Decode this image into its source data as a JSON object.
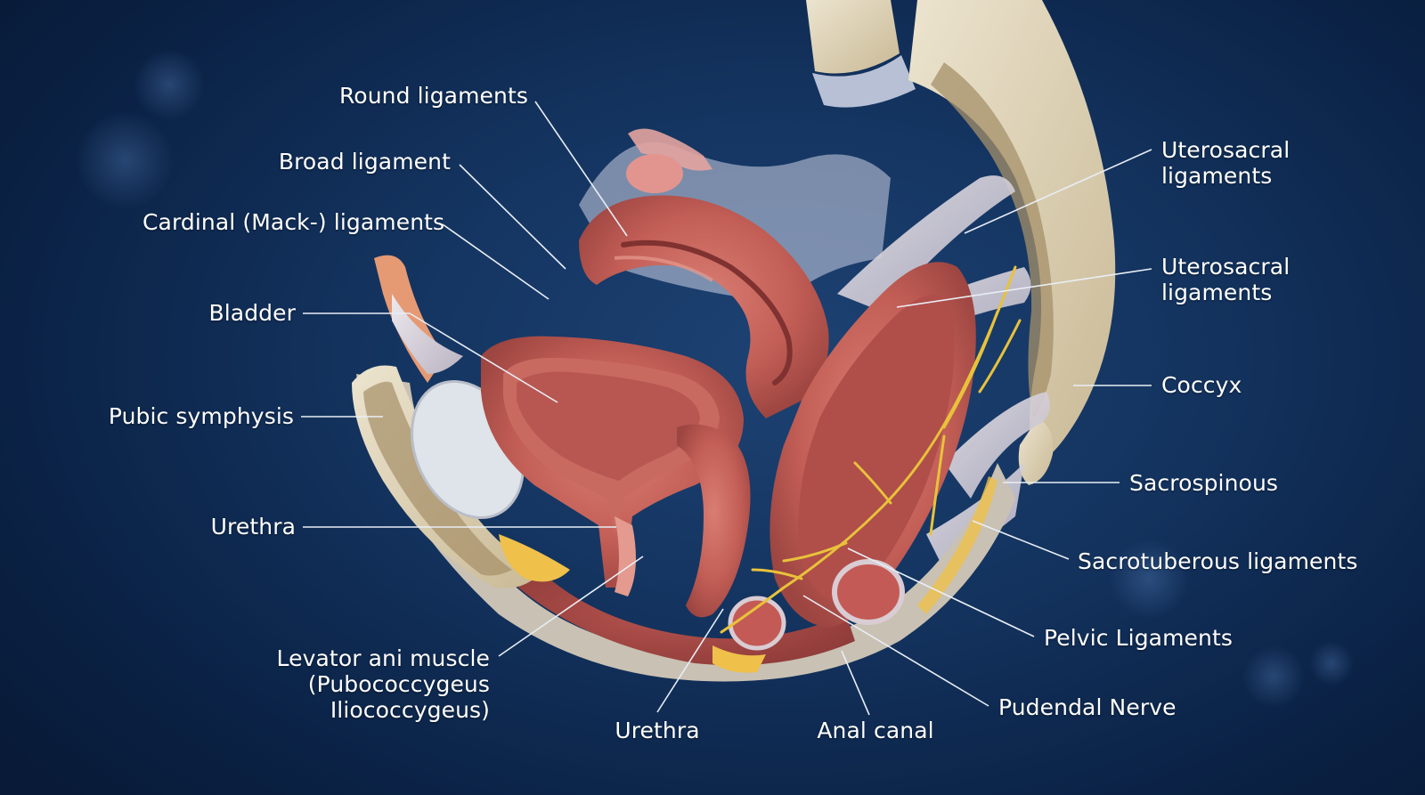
{
  "labels": {
    "round_ligaments": "Round ligaments",
    "broad_ligament": "Broad ligament",
    "cardinal_ligaments": "Cardinal (Mack-) ligaments",
    "bladder": "Bladder",
    "pubic_symphysis": "Pubic symphysis",
    "urethra_left": "Urethra",
    "levator_ani_1": "Levator ani muscle",
    "levator_ani_2": "(Pubococcygeus",
    "levator_ani_3": "Iliococcygeus)",
    "urethra_bottom": "Urethra",
    "anal_canal": "Anal canal",
    "uterosacral_1_line1": "Uterosacral",
    "uterosacral_1_line2": "ligaments",
    "uterosacral_2_line1": "Uterosacral",
    "uterosacral_2_line2": "ligaments",
    "coccyx": "Coccyx",
    "sacrospinous": "Sacrospinous",
    "sacrotuberous": "Sacrotuberous ligaments",
    "pelvic_ligaments": "Pelvic Ligaments",
    "pudendal_nerve": "Pudendal Nerve"
  },
  "colors": {
    "background": "#143460",
    "label_text": "#ffffff",
    "leader_line": "#e9eef5",
    "muscle": "#c8625a",
    "bone": "#d8ccb0",
    "ligament": "#dcd6dc",
    "nerve": "#e8c23a",
    "fat": "#efc04a"
  }
}
